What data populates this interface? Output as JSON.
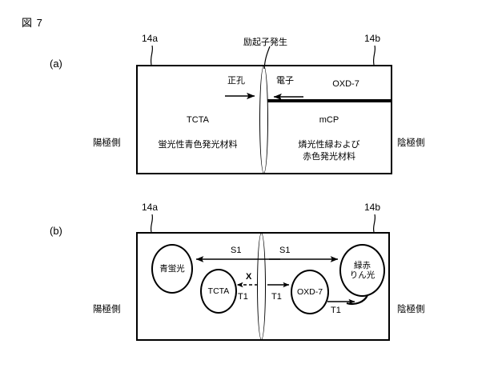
{
  "figure": {
    "title": "図 7",
    "panel_a_label": "(a)",
    "panel_b_label": "(b)"
  },
  "panel_a": {
    "ref_left": "14a",
    "ref_right": "14b",
    "anode_side": "陽極側",
    "cathode_side": "陰極側",
    "exciton_label": "励起子発生",
    "hole_label": "正孔",
    "electron_label": "電子",
    "left_layer_name": "TCTA",
    "left_layer_desc": "蛍光性青色発光材料",
    "top_right_layer_name": "OXD-7",
    "bottom_right_layer_name": "mCP",
    "bottom_right_desc_line1": "燐光性緑および",
    "bottom_right_desc_line2": "赤色発光材料"
  },
  "panel_b": {
    "ref_left": "14a",
    "ref_right": "14b",
    "anode_side": "陽極側",
    "cathode_side": "陰極側",
    "ellipse_blue": "青蛍光",
    "ellipse_tcta": "TCTA",
    "ellipse_oxd": "OXD-7",
    "ellipse_green_line1": "緑赤",
    "ellipse_green_line2": "りん光",
    "s1_left": "S1",
    "s1_right": "S1",
    "t1_left": "T1",
    "t1_center": "T1",
    "t1_right": "T1",
    "blocked_mark": "X"
  },
  "colors": {
    "ink": "#000000",
    "paper": "#ffffff"
  }
}
